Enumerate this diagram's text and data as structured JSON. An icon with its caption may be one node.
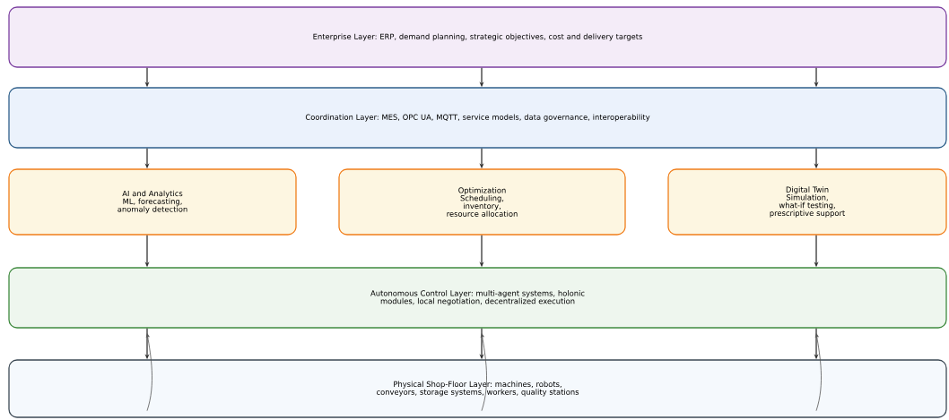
{
  "diagram": {
    "nodes": [
      {
        "text": [
          "Enterprise Layer: ERP, demand planning, strategic objectives, cost and delivery targets"
        ]
      },
      {
        "text": [
          "Coordination Layer: MES, OPC UA, MQTT, service models, data governance, interoperability"
        ]
      },
      {
        "text": [
          "AI and Analytics",
          "ML, forecasting, anomaly detection"
        ]
      },
      {
        "text": [
          "Optimization",
          "Scheduling, inventory, resource allocation"
        ]
      },
      {
        "text": [
          "Digital Twin",
          "Simulation, what-if testing, prescriptive support"
        ]
      },
      {
        "text": [
          "Autonomous Control Layer: multi-agent systems, holonic modules, local negotiation, decentralized execution"
        ]
      },
      {
        "text": [
          "Physical Shop-Floor Layer: machines, robots, conveyors, storage systems, workers, quality stations"
        ]
      }
    ],
    "edges": [
      {
        "from": 0,
        "to": 1,
        "arrow": "to"
      },
      {
        "from": 0,
        "to": 1,
        "arrow": "to"
      },
      {
        "from": 0,
        "to": 1,
        "arrow": "to"
      },
      {
        "from": 1,
        "to": 2,
        "arrow": "to"
      },
      {
        "from": 1,
        "to": 3,
        "arrow": "to"
      },
      {
        "from": 1,
        "to": 4,
        "arrow": "to"
      },
      {
        "from": 2,
        "to": 5,
        "arrow": "to"
      },
      {
        "from": 3,
        "to": 5,
        "arrow": "to"
      },
      {
        "from": 4,
        "to": 5,
        "arrow": "to"
      },
      {
        "from": 5,
        "to": 6,
        "arrow": "to"
      },
      {
        "from": 5,
        "to": 6,
        "arrow": "to"
      },
      {
        "from": 5,
        "to": 6,
        "arrow": "to"
      },
      {
        "from": 6,
        "to": 5,
        "arrow": "to",
        "color": "#555555"
      },
      {
        "from": 6,
        "to": 5,
        "arrow": "to",
        "color": "#555555"
      },
      {
        "from": 6,
        "to": 5,
        "arrow": "to",
        "color": "#555555"
      }
    ]
  }
}
